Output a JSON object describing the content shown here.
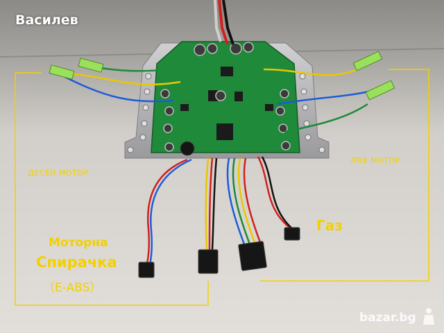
{
  "watermark": "Василев",
  "labels": {
    "right_motor": "ДЕСЕН  МОТОР",
    "left_motor": "ЛЯВ  МОТОР",
    "motor_brake_line1": "Моторна",
    "motor_brake_line2": "Спирачка",
    "motor_brake_line3": "（E-ABS）",
    "throttle": "Газ"
  },
  "logo": {
    "text": "bazar.bg"
  },
  "colors": {
    "label_yellow": "#f2d000",
    "board_green": "#1f8a3a",
    "heatsink": "#b9b9bb",
    "background": "#d7d4cf"
  }
}
